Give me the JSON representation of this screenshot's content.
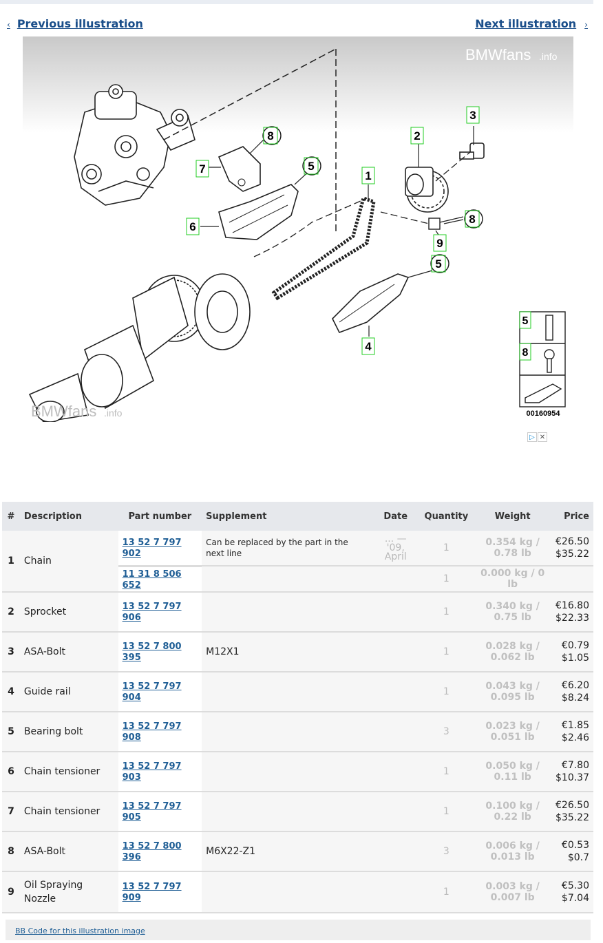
{
  "nav": {
    "prev_label": "Previous illustration",
    "prev_arrow": "‹",
    "next_label": "Next illustration",
    "next_arrow": "›"
  },
  "illustration": {
    "watermark": "BMWfans",
    "watermark_suffix": ".info",
    "callouts": [
      "1",
      "2",
      "3",
      "4",
      "5",
      "5",
      "6",
      "7",
      "8",
      "8",
      "9"
    ],
    "legend": [
      {
        "callout": "5"
      },
      {
        "callout": "8"
      }
    ],
    "image_code": "00160954"
  },
  "ad": {
    "info_glyph": "▷",
    "close_glyph": "✕"
  },
  "table": {
    "headers": {
      "num": "#",
      "description": "Description",
      "part_number": "Part number",
      "supplement": "Supplement",
      "date": "Date",
      "quantity": "Quantity",
      "weight": "Weight",
      "price": "Price"
    },
    "rows": [
      {
        "num": "1",
        "description": "Chain",
        "part_number": "13 52 7 797 902",
        "supplement": "Can be replaced by the part in the next line",
        "date_top": "... —",
        "date_bottom": "'09, April",
        "quantity": "1",
        "weight": "0.354 kg / 0.78 lb",
        "price_eur": "€26.50",
        "price_usd": "$35.22"
      },
      {
        "num": "",
        "description": "",
        "part_number": "11 31 8 506 652",
        "supplement": "",
        "date_top": "",
        "date_bottom": "",
        "quantity": "1",
        "weight": "0.000 kg / 0 lb",
        "price_eur": "",
        "price_usd": ""
      },
      {
        "num": "2",
        "description": "Sprocket",
        "part_number": "13 52 7 797 906",
        "supplement": "",
        "quantity": "1",
        "weight": "0.340 kg / 0.75 lb",
        "price_eur": "€16.80",
        "price_usd": "$22.33"
      },
      {
        "num": "3",
        "description": "ASA-Bolt",
        "part_number": "13 52 7 800 395",
        "supplement": "M12X1",
        "quantity": "1",
        "weight": "0.028 kg / 0.062 lb",
        "price_eur": "€0.79",
        "price_usd": "$1.05"
      },
      {
        "num": "4",
        "description": "Guide rail",
        "part_number": "13 52 7 797 904",
        "supplement": "",
        "quantity": "1",
        "weight": "0.043 kg / 0.095 lb",
        "price_eur": "€6.20",
        "price_usd": "$8.24"
      },
      {
        "num": "5",
        "description": "Bearing bolt",
        "part_number": "13 52 7 797 908",
        "supplement": "",
        "quantity": "3",
        "weight": "0.023 kg / 0.051 lb",
        "price_eur": "€1.85",
        "price_usd": "$2.46"
      },
      {
        "num": "6",
        "description": "Chain tensioner",
        "part_number": "13 52 7 797 903",
        "supplement": "",
        "quantity": "1",
        "weight": "0.050 kg / 0.11 lb",
        "price_eur": "€7.80",
        "price_usd": "$10.37"
      },
      {
        "num": "7",
        "description": "Chain tensioner",
        "part_number": "13 52 7 797 905",
        "supplement": "",
        "quantity": "1",
        "weight": "0.100 kg / 0.22 lb",
        "price_eur": "€26.50",
        "price_usd": "$35.22"
      },
      {
        "num": "8",
        "description": "ASA-Bolt",
        "part_number": "13 52 7 800 396",
        "supplement": "M6X22-Z1",
        "quantity": "3",
        "weight": "0.006 kg / 0.013 lb",
        "price_eur": "€0.53",
        "price_usd": "$0.7"
      },
      {
        "num": "9",
        "description": "Oil Spraying Nozzle",
        "part_number": "13 52 7 797 909",
        "supplement": "",
        "quantity": "1",
        "weight": "0.003 kg / 0.007 lb",
        "price_eur": "€5.30",
        "price_usd": "$7.04"
      }
    ]
  },
  "footer": {
    "bbcode_label": "BB Code for this illustration image"
  },
  "colors": {
    "link": "#1a4e8a",
    "callout_border": "#22cc22",
    "header_bg": "#e6e8ec"
  }
}
